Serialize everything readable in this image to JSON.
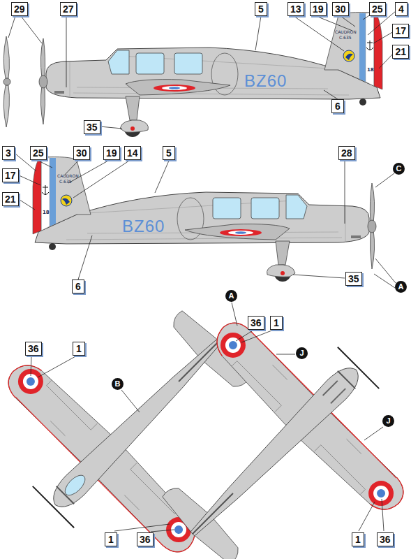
{
  "diagram": {
    "labels": [
      "29",
      "27",
      "5",
      "13",
      "19",
      "30",
      "25",
      "4",
      "17",
      "21",
      "6",
      "35",
      "CAUDRON",
      "C.635",
      "18",
      "BZ60",
      "3",
      "25",
      "30",
      "19",
      "14",
      "5",
      "28",
      "C",
      "17",
      "21",
      "6",
      "35",
      "A",
      "CAUDRON",
      "C.635",
      "18",
      "BZ60",
      "36",
      "1",
      "B",
      "1",
      "36",
      "A",
      "36",
      "1",
      "J",
      "J",
      "1",
      "36"
    ]
  }
}
